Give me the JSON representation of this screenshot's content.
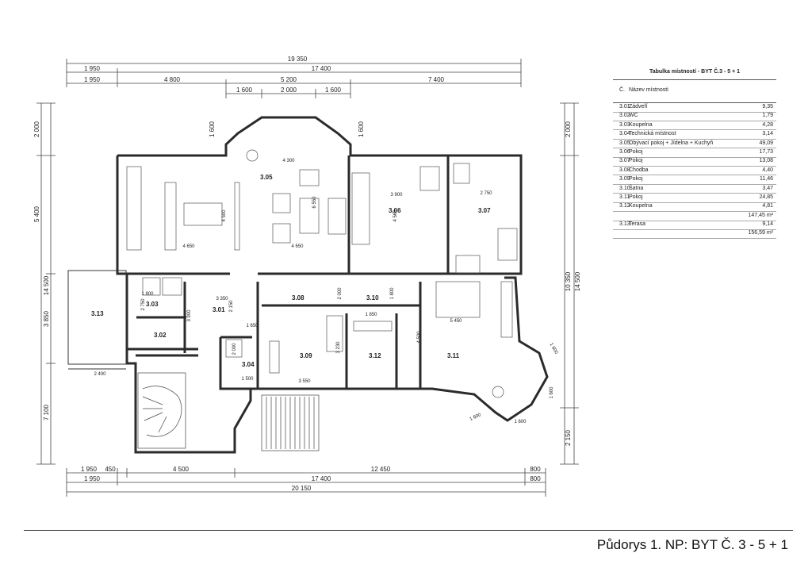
{
  "plan": {
    "top_dims": {
      "overall": "19 350",
      "line2_left": "1 950",
      "line2_right": "17 400",
      "line3": [
        "1 950",
        "4 800",
        "5 200",
        "7 400"
      ],
      "bay_line": [
        "1 600",
        "2 000",
        "1 600"
      ]
    },
    "bottom_dims": {
      "line1": [
        "1 950",
        "450",
        "4 500",
        "12 450",
        "800"
      ],
      "line2": [
        "1 950",
        "17 400",
        "800"
      ],
      "overall": "20 150"
    },
    "left_dims": [
      "2 000",
      "5 400",
      "14 500",
      "3 850",
      "7 100"
    ],
    "right_dims": [
      "2 000",
      "10 350",
      "14 500",
      "2 150"
    ],
    "bay_side_dims": [
      "1 600",
      "1 600"
    ],
    "interior_dims": [
      "4 300",
      "4 650",
      "4 650",
      "4 500",
      "6 550",
      "3 900",
      "4 560",
      "2 750",
      "1 800",
      "2 750",
      "3 350",
      "2 150",
      "3 900",
      "1 650",
      "2 000",
      "1 500",
      "2 000",
      "1 800",
      "1 850",
      "3 230",
      "3 550",
      "4 500",
      "5 450",
      "2 400",
      "1 600",
      "1 600",
      "1 600",
      "1 600",
      "1 600"
    ],
    "rooms": [
      "3.01",
      "3.02",
      "3.03",
      "3.04",
      "3.05",
      "3.06",
      "3.07",
      "3.08",
      "3.09",
      "3.10",
      "3.11",
      "3.12",
      "3.13"
    ]
  },
  "room_table": {
    "title": "Tabulka místností  - BYT Č.3 - 5 + 1",
    "header_no": "Č.",
    "header_name": "Název místnosti",
    "rows": [
      {
        "no": "3.01",
        "name": "Zádveří",
        "area": "9,35"
      },
      {
        "no": "3.02",
        "name": "WC",
        "area": "1,79"
      },
      {
        "no": "3.03",
        "name": "Koupelna",
        "area": "4,28"
      },
      {
        "no": "3.04",
        "name": "Technická místnost",
        "area": "3,14"
      },
      {
        "no": "3.05",
        "name": "Obývací pokoj + Jídelna + Kuchyň",
        "area": "49,09"
      },
      {
        "no": "3.06",
        "name": "Pokoj",
        "area": "17,73"
      },
      {
        "no": "3.07",
        "name": "Pokoj",
        "area": "13,08"
      },
      {
        "no": "3.08",
        "name": "Chodba",
        "area": "4,40"
      },
      {
        "no": "3.09",
        "name": "Pokoj",
        "area": "11,46"
      },
      {
        "no": "3.10",
        "name": "Šatna",
        "area": "3,47"
      },
      {
        "no": "3.11",
        "name": "Pokoj",
        "area": "24,85"
      },
      {
        "no": "3.12",
        "name": "Koupelna",
        "area": "4,81"
      }
    ],
    "subtotal": "147,45 m²",
    "terrace": {
      "no": "3.13",
      "name": "Terasa",
      "area": "9,14"
    },
    "total": "156,59 m²"
  },
  "footer": {
    "title": "Půdorys 1. NP: BYT Č. 3 - 5 + 1"
  },
  "colors": {
    "line": "#333333",
    "wall": "#2b2b2b",
    "thin": "#666666"
  }
}
